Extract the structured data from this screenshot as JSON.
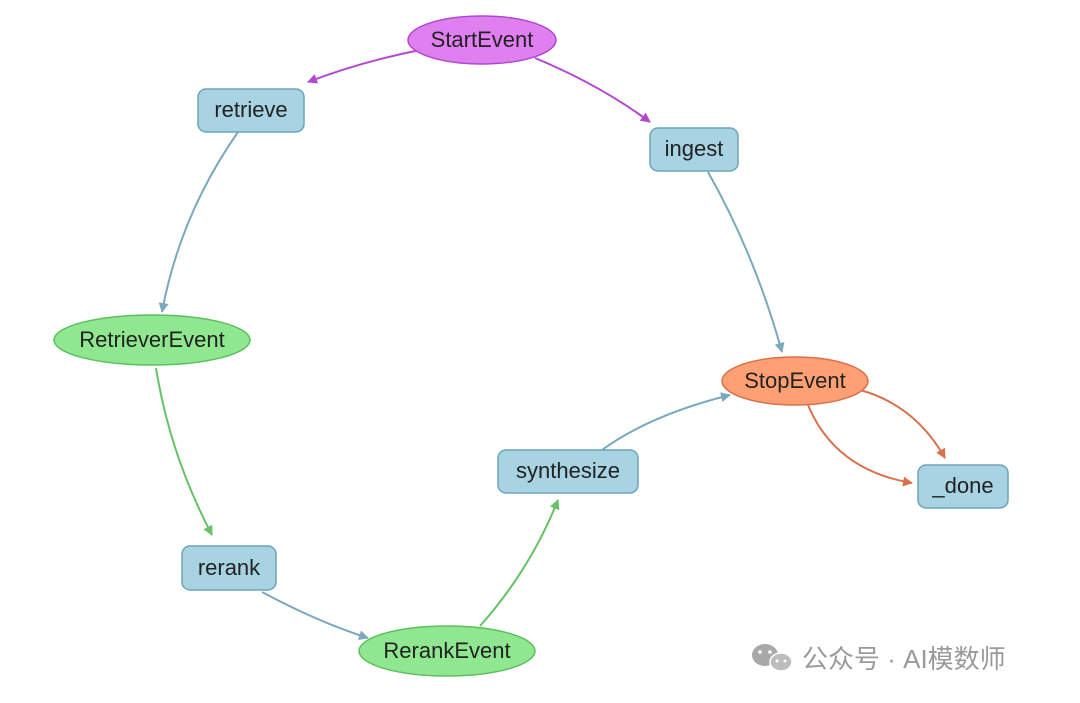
{
  "diagram": {
    "nodes": [
      {
        "id": "start_event",
        "label": "StartEvent",
        "kind": "event",
        "fill": "#e07ff0",
        "stroke": "#b347d1"
      },
      {
        "id": "retrieve",
        "label": "retrieve",
        "kind": "step",
        "fill": "#a7d3e3",
        "stroke": "#6fa3b8"
      },
      {
        "id": "ingest",
        "label": "ingest",
        "kind": "step",
        "fill": "#a7d3e3",
        "stroke": "#6fa3b8"
      },
      {
        "id": "retriever_event",
        "label": "RetrieverEvent",
        "kind": "event",
        "fill": "#8fe88f",
        "stroke": "#5cbf5c"
      },
      {
        "id": "stop_event",
        "label": "StopEvent",
        "kind": "event",
        "fill": "#ff9f74",
        "stroke": "#d9714a"
      },
      {
        "id": "synthesize",
        "label": "synthesize",
        "kind": "step",
        "fill": "#a7d3e3",
        "stroke": "#6fa3b8"
      },
      {
        "id": "done",
        "label": "_done",
        "kind": "step",
        "fill": "#a7d3e3",
        "stroke": "#6fa3b8"
      },
      {
        "id": "rerank",
        "label": "rerank",
        "kind": "step",
        "fill": "#a7d3e3",
        "stroke": "#6fa3b8"
      },
      {
        "id": "rerank_event",
        "label": "RerankEvent",
        "kind": "event",
        "fill": "#8fe88f",
        "stroke": "#5cbf5c"
      }
    ],
    "edges": [
      {
        "from": "start_event",
        "to": "retrieve",
        "color": "#b347d1"
      },
      {
        "from": "start_event",
        "to": "ingest",
        "color": "#b347d1"
      },
      {
        "from": "retrieve",
        "to": "retriever_event",
        "color": "#7aa9bd"
      },
      {
        "from": "ingest",
        "to": "stop_event",
        "color": "#7aa9bd"
      },
      {
        "from": "retriever_event",
        "to": "rerank",
        "color": "#66c266"
      },
      {
        "from": "rerank",
        "to": "rerank_event",
        "color": "#7aa9bd"
      },
      {
        "from": "rerank_event",
        "to": "synthesize",
        "color": "#66c266"
      },
      {
        "from": "synthesize",
        "to": "stop_event",
        "color": "#7aa9bd"
      },
      {
        "from": "stop_event",
        "to": "done",
        "color": "#d9714a"
      },
      {
        "from": "stop_event",
        "to": "done",
        "color": "#d9714a"
      }
    ]
  },
  "watermark": {
    "text": "公众号 · AI模数师",
    "icon": "wechat-icon"
  }
}
